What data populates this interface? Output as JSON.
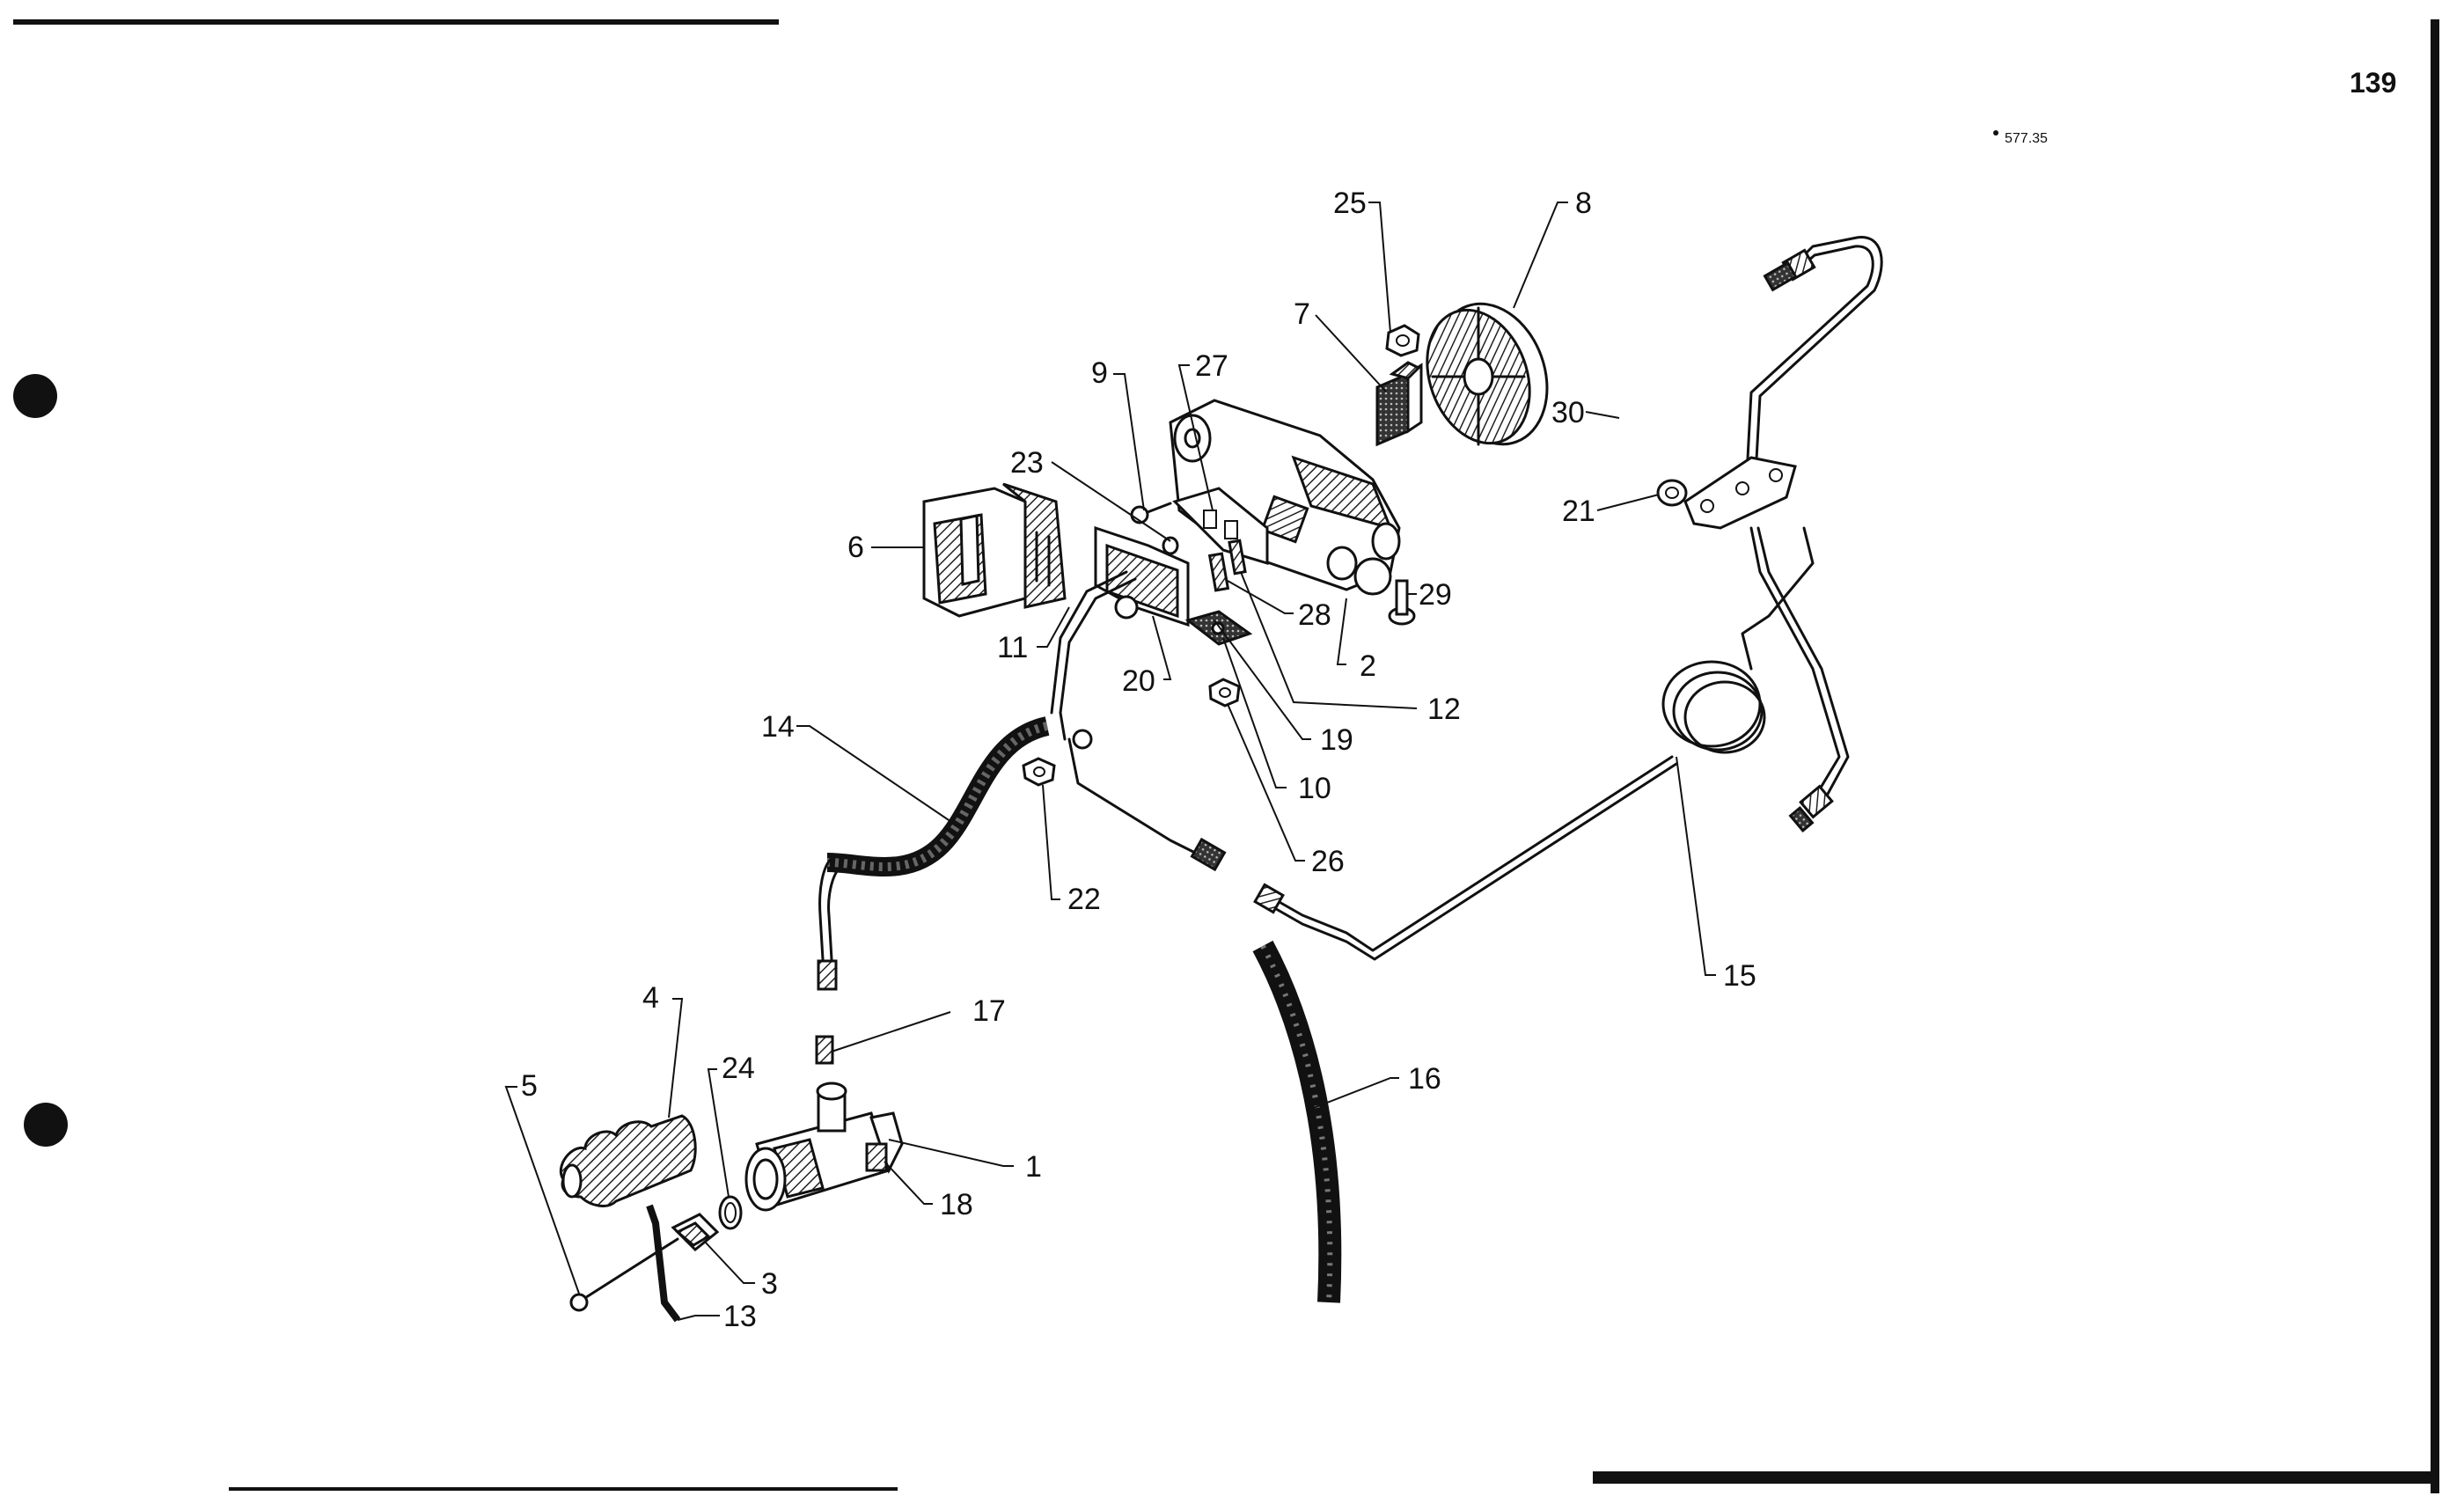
{
  "page_number": "139",
  "figure_code": "577.35",
  "callouts": [
    "1",
    "2",
    "3",
    "4",
    "5",
    "6",
    "7",
    "8",
    "9",
    "10",
    "11",
    "12",
    "13",
    "14",
    "15",
    "16",
    "17",
    "18",
    "19",
    "20",
    "21",
    "22",
    "23",
    "24",
    "25",
    "26",
    "27",
    "28",
    "29",
    "30"
  ],
  "colors": {
    "ink": "#111111",
    "paper": "#ffffff"
  }
}
